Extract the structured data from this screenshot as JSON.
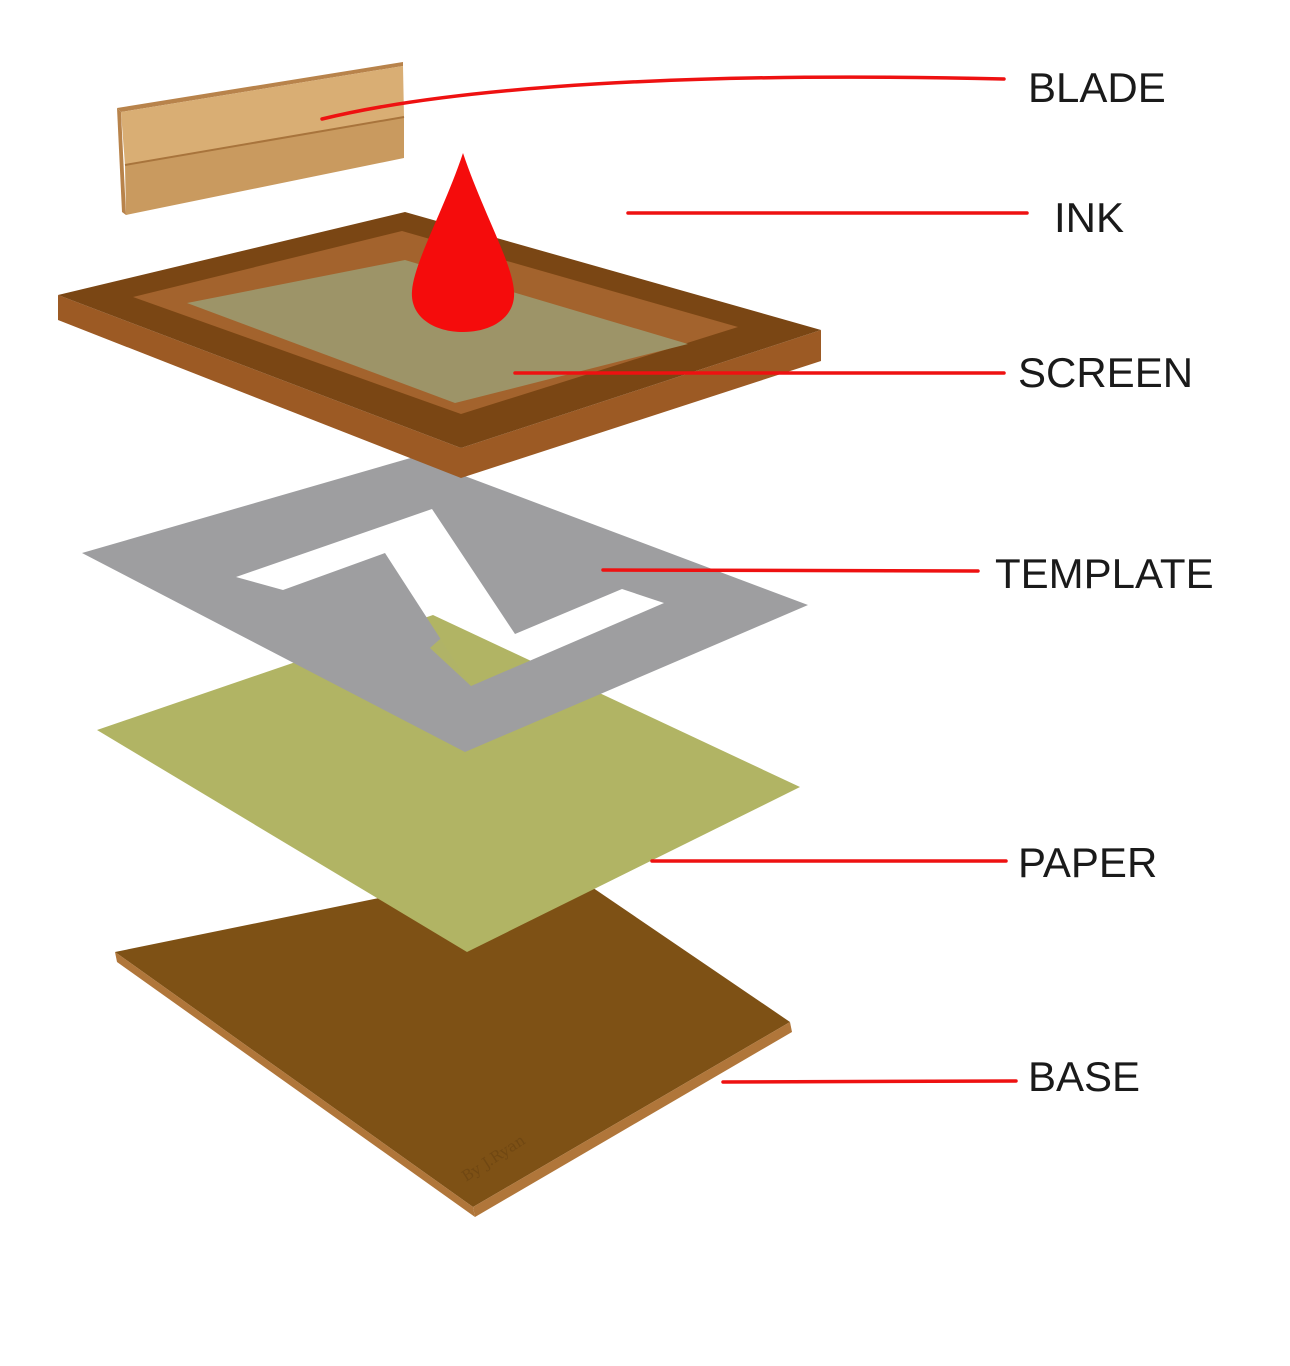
{
  "title": "Screen printing components",
  "colors": {
    "leader_line": "#ee1111",
    "ink": "#f50c0c",
    "blade_front": "#c99a5f",
    "blade_top": "#d9ae74",
    "blade_edge": "#b8834b",
    "frame_top": "#7a4614",
    "frame_side": "#9c5a24",
    "mesh": "#9d9468",
    "template": "#9e9ea0",
    "paper": "#b1b464",
    "base_top": "#7e5115",
    "base_edge": "#b0763a"
  },
  "labels": {
    "blade": "BLADE",
    "ink": "INK",
    "screen": "SCREEN",
    "template": "TEMPLATE",
    "paper": "PAPER",
    "base": "BASE"
  },
  "signature": "By J.Ryan"
}
